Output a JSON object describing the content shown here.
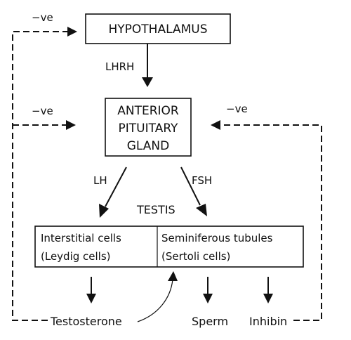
{
  "nodes": {
    "hypothalamus": "HYPOTHALAMUS",
    "anterior_pituitary": [
      "ANTERIOR",
      "PITUITARY",
      "GLAND"
    ],
    "testis_label": "TESTIS",
    "interstitial": [
      "Interstitial cells",
      "(Leydig cells)"
    ],
    "seminiferous": [
      "Seminiferous tubules",
      "(Sertoli cells)"
    ],
    "testosterone": "Testosterone",
    "sperm": "Sperm",
    "inhibin": "Inhibin"
  },
  "hormones": {
    "lhrh": "LHRH",
    "lh": "LH",
    "fsh": "FSH"
  },
  "feedback": {
    "testosterone_to_hypothalamus": "−ve",
    "testosterone_to_pituitary": "−ve",
    "inhibin_to_pituitary": "−ve"
  }
}
